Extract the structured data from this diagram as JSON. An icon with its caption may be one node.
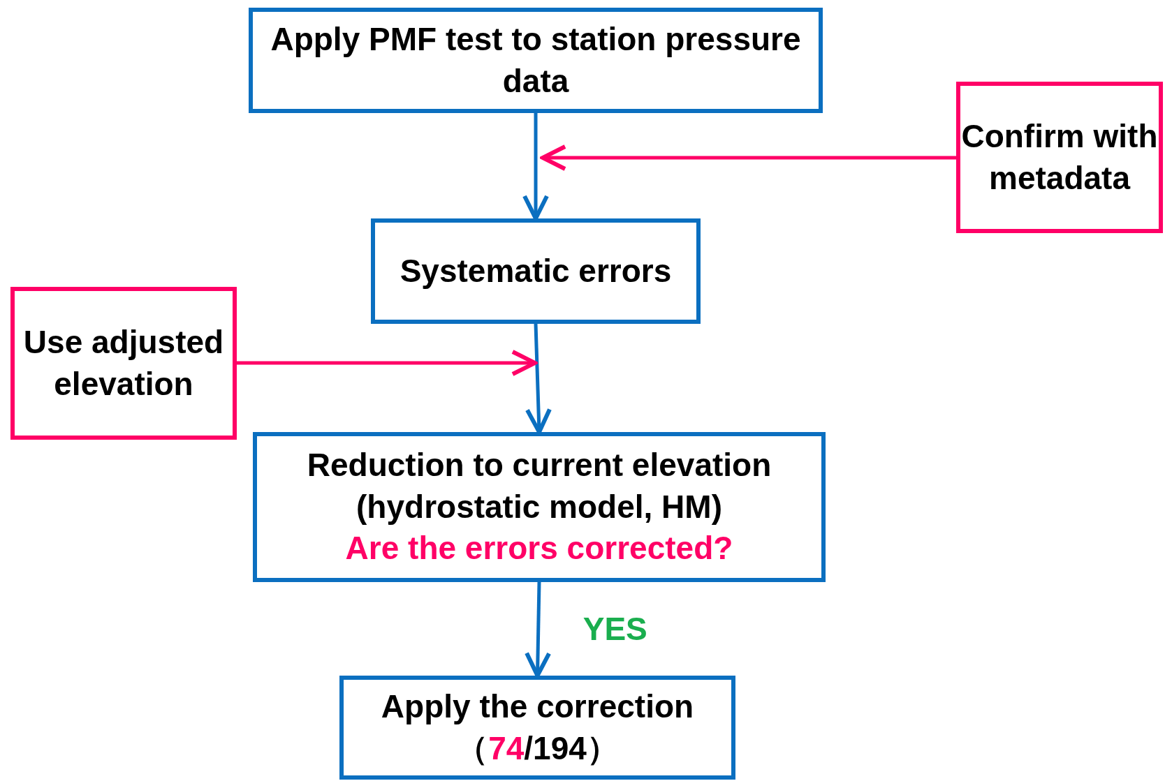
{
  "diagram": {
    "nodes": [
      {
        "text": [
          "Apply PMF test to station pressure data"
        ]
      },
      {
        "text": [
          "Confirm with metadata"
        ]
      },
      {
        "text": [
          "Systematic errors"
        ]
      },
      {
        "text": [
          "Use adjusted elevation"
        ]
      },
      {
        "text": [
          "Reduction to current elevation (hydrostatic model, HM)",
          "Are the errors corrected?"
        ]
      },
      {
        "text": [
          "Apply the correction",
          "（74/194）"
        ]
      }
    ],
    "edges": [
      {
        "from": 0,
        "to": 2,
        "arrow": "to"
      },
      {
        "from": 1,
        "to": null,
        "arrow": "to",
        "color": "#ff0066"
      },
      {
        "from": 2,
        "to": 4,
        "arrow": "to"
      },
      {
        "from": 3,
        "to": null,
        "arrow": "to",
        "color": "#ff0066"
      },
      {
        "from": 4,
        "to": 5,
        "arrow": "to",
        "label": "YES"
      }
    ]
  }
}
